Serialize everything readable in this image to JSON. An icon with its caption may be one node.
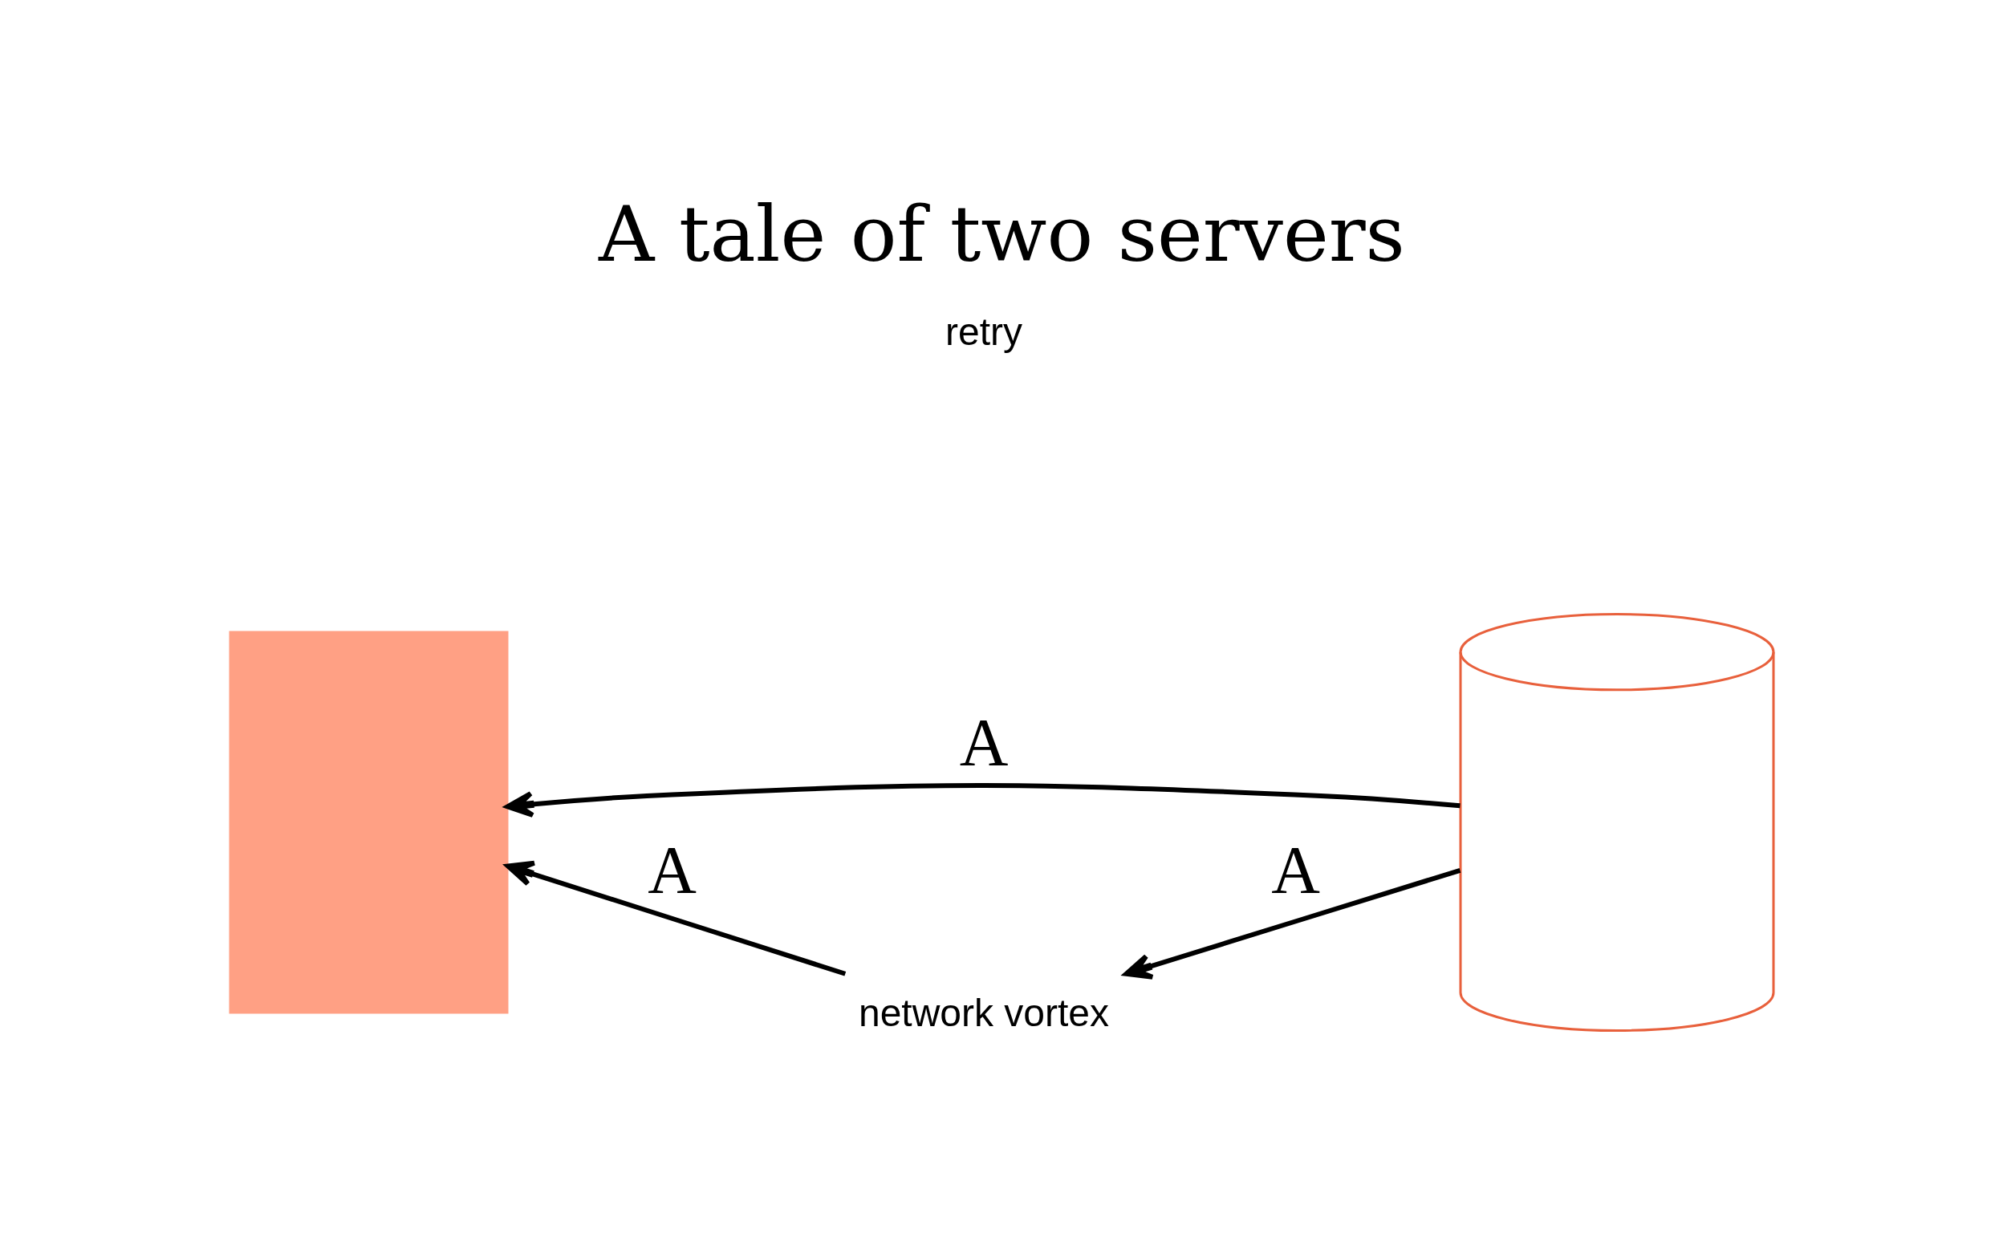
{
  "diagram": {
    "title": "A tale of two servers",
    "nodes": [
      {
        "text": [],
        "shape": "box"
      },
      {
        "text": [
          "network vortex"
        ]
      },
      {
        "text": [],
        "shape": "cylinder"
      }
    ],
    "edges": [
      {
        "from": 2,
        "to": 1,
        "arrow": "to",
        "label": "A"
      },
      {
        "from": 1,
        "to": 0,
        "arrow": "to",
        "label": "A"
      },
      {
        "from": 2,
        "to": 0,
        "arrow": "to",
        "label": "A"
      }
    ],
    "labels": [
      "retry"
    ]
  }
}
